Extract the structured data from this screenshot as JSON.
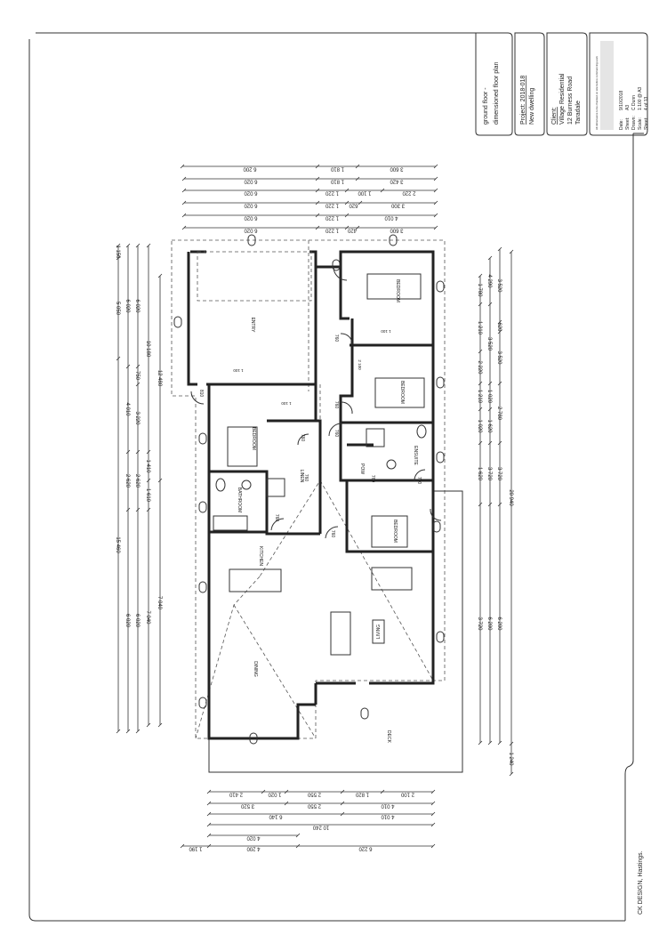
{
  "title_block": {
    "drawing_title": [
      "ground floor -",
      "dimensioned floor plan"
    ],
    "project": [
      "Project: 2018-018",
      "New dwelling"
    ],
    "client": [
      "Client:",
      "Village Residential",
      "12 Burness Road",
      "Taradale"
    ],
    "notes": "All dimensions to be checked on site before commencing work",
    "details": [
      {
        "label": "Date:",
        "value": "9/10/2018"
      },
      {
        "label": "Sheet:",
        "value": "A3"
      },
      {
        "label": "Drawn:",
        "value": "C Dunn"
      },
      {
        "label": "Scale:",
        "value": "1:100 @ A3"
      },
      {
        "label": "Sheet:",
        "value": "4 of 13"
      }
    ],
    "firm": "CK DESIGN, Hastings."
  },
  "rooms": {
    "entry": "ENTRY",
    "bedroom_1": "BEDROOM",
    "bedroom_2": "BEDROOM",
    "bedroom_3": "BEDROOM",
    "bedroom_4": "BEDROOM",
    "bathroom": "BATHROOM",
    "linen": "LINEN",
    "ensuite": "ENSUITE",
    "wc": "POW",
    "kitchen": "KITCHEN",
    "dining": "DINING",
    "living": "LIVING",
    "deck": "DECK"
  },
  "door_labels": [
    "810",
    "760",
    "760",
    "760",
    "760",
    "760",
    "760",
    "760",
    "760",
    "760"
  ],
  "internal_dims": [
    "1 100",
    "1 100",
    "1 100",
    "2 100"
  ],
  "dimensions": {
    "top": [
      [
        "6 200",
        "1 810",
        "3 600"
      ],
      [
        "6 020",
        "1 810",
        "3 420"
      ],
      [
        "6 020",
        "1 220",
        "1 100",
        "2 220"
      ],
      [
        "6 020",
        "1 220",
        "620",
        "3 300"
      ],
      [
        "6 020",
        "1 220",
        "4 010"
      ],
      [
        "6 020",
        "1 220",
        "420",
        "3 600"
      ]
    ],
    "left": [
      [
        "1 150",
        "5 050",
        "15 460"
      ],
      [
        "6 020",
        "4 010",
        "2 620",
        "6 020"
      ],
      [
        "6 020",
        "750",
        "3 220",
        "2 620",
        "6 020"
      ],
      [
        "10 180",
        "1 410",
        "1 610",
        "7 040"
      ],
      [
        "12 480",
        "7 040"
      ]
    ],
    "right": [
      [
        "1 780",
        "1 210",
        "2 220",
        "1 210",
        "1 020",
        "1 620",
        "3 720",
        "6 200"
      ],
      [
        "4 290",
        "3 520",
        "1 020",
        "1 620",
        "3 720",
        "6 200"
      ],
      [
        "3 520",
        "620",
        "3 520",
        "2 780",
        "3 720",
        "6 200"
      ],
      [
        "20 940",
        "1 240"
      ]
    ],
    "bottom": [
      [
        "2 410",
        "1 020",
        "2 550",
        "1 820",
        "2 100"
      ],
      [
        "3 520",
        "2 550",
        "4 010"
      ],
      [
        "6 140",
        "4 010"
      ],
      [
        "10 240"
      ],
      [
        "4 020"
      ],
      [
        "1 190",
        "4 200",
        "6 220"
      ]
    ]
  }
}
